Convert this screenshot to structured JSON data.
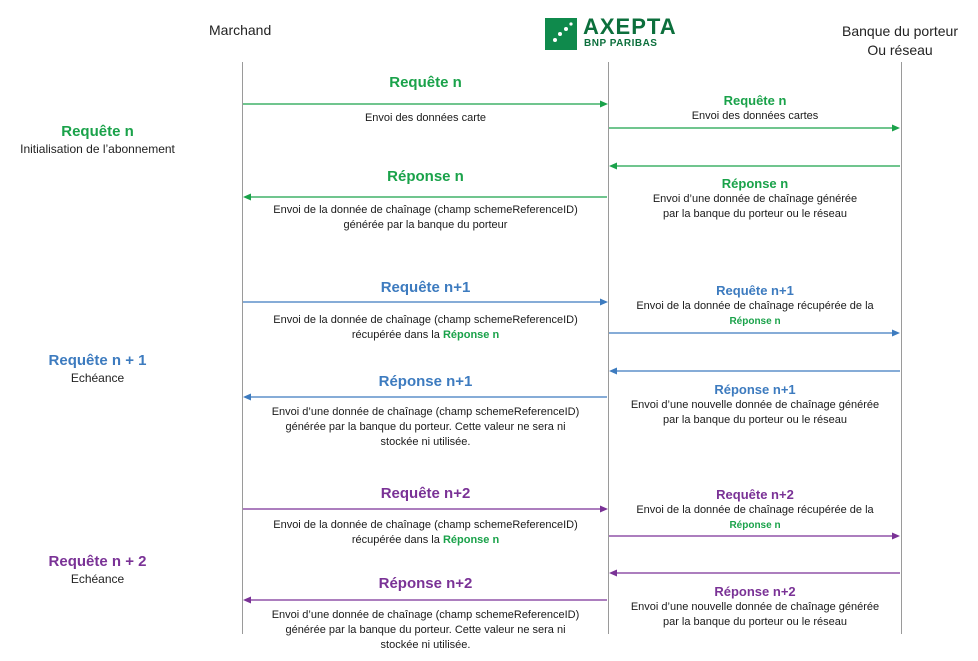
{
  "actors": {
    "merchant": "Marchand",
    "bank_line1": "Banque du porteur",
    "bank_line2": "Ou réseau"
  },
  "logo": {
    "word": "AXEPTA",
    "sub": "BNP PARIBAS",
    "color": "#0f8a4c"
  },
  "colors": {
    "green": "#1aa24a",
    "blue": "#3d7bbf",
    "purple": "#7a3296"
  },
  "side": [
    {
      "title": "Requête n",
      "subtitle": "Initialisation de l’abonnement"
    },
    {
      "title": "Requête n + 1",
      "subtitle": "Echéance"
    },
    {
      "title": "Requête n + 2",
      "subtitle": "Echéance"
    }
  ],
  "left_messages": {
    "req_n": {
      "title": "Requête n",
      "text": "Envoi des données carte"
    },
    "resp_n": {
      "title": "Réponse n",
      "line1": "Envoi de la donnée de chaînage (champ schemeReferenceID)",
      "line2": "générée par la banque du porteur"
    },
    "req_n1": {
      "title": "Requête n+1",
      "line1": "Envoi de la donnée de chaînage (champ schemeReferenceID)",
      "line2_prefix": "récupérée dans la ",
      "line2_highlight": "Réponse n"
    },
    "resp_n1": {
      "title": "Réponse n+1",
      "line1": "Envoi d’une donnée de chaînage (champ schemeReferenceID)",
      "line2": "générée par la banque du porteur. Cette valeur ne sera ni",
      "line3": "stockée ni utilisée."
    },
    "req_n2": {
      "title": "Requête n+2",
      "line1": "Envoi de la donnée de chaînage (champ schemeReferenceID)",
      "line2_prefix": "récupérée dans la ",
      "line2_highlight": "Réponse n"
    },
    "resp_n2": {
      "title": "Réponse n+2",
      "line1": "Envoi d’une donnée de chaînage (champ schemeReferenceID)",
      "line2": "générée par la banque du porteur. Cette valeur ne sera ni",
      "line3": "stockée ni utilisée."
    }
  },
  "right_messages": {
    "req_n": {
      "title": "Requête n",
      "text": "Envoi des données cartes"
    },
    "resp_n": {
      "title": "Réponse n",
      "line1": "Envoi d’une donnée de chaînage générée",
      "line2": "par la banque du porteur ou le réseau"
    },
    "req_n1": {
      "title": "Requête n+1",
      "line1": "Envoi de la donnée de chaînage récupérée de la",
      "line2_highlight": "Réponse n"
    },
    "resp_n1": {
      "title": "Réponse n+1",
      "line1": "Envoi d’une nouvelle donnée de chaînage générée",
      "line2": "par la banque du porteur ou le réseau"
    },
    "req_n2": {
      "title": "Requête n+2",
      "line1": "Envoi de la donnée de chaînage récupérée de la",
      "line2_highlight": "Réponse n"
    },
    "resp_n2": {
      "title": "Réponse n+2",
      "line1": "Envoi d’une nouvelle donnée de chaînage générée",
      "line2": "par la banque du porteur ou le réseau"
    }
  }
}
